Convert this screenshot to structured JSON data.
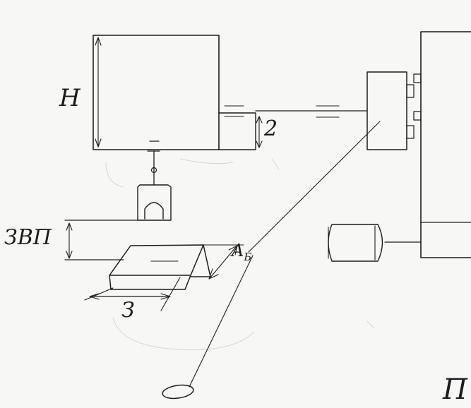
{
  "diagram": {
    "labels": {
      "height": "H",
      "tank_level": "2",
      "workpiece_clearance": "ЗВП",
      "workpiece_depth": "A",
      "workpiece_depth_sub": "Б",
      "workpiece_width": "З",
      "corner_mark": "П"
    }
  },
  "colors": {
    "ink": "#1c1c1c",
    "paper": "#f7f7f5"
  }
}
